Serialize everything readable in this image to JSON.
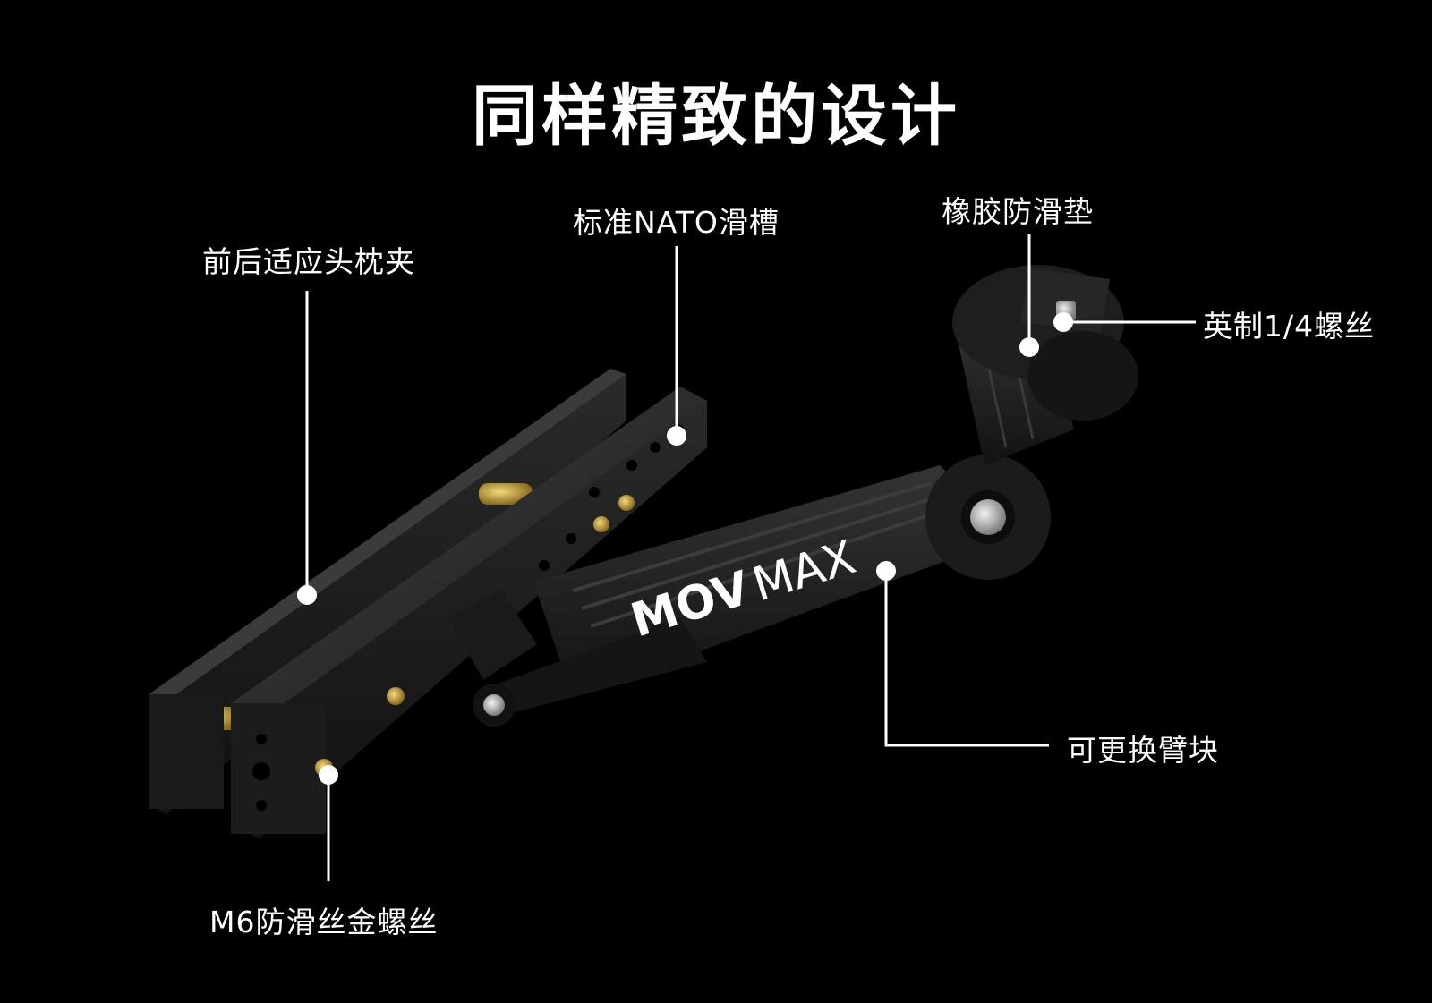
{
  "title": "同样精致的设计",
  "brand": {
    "mov": "MOV",
    "max": "MAX"
  },
  "callouts": {
    "headrest_clamp": "前后适应头枕夹",
    "nato_rail": "标准NATO滑槽",
    "rubber_pad": "橡胶防滑垫",
    "quarter_screw": "英制1/4螺丝",
    "arm_block": "可更换臂块",
    "m6_screw": "M6防滑丝金螺丝"
  },
  "colors": {
    "background": "#000000",
    "text": "#ffffff",
    "product": "#1f1f1f",
    "brass": "#c9a640"
  }
}
